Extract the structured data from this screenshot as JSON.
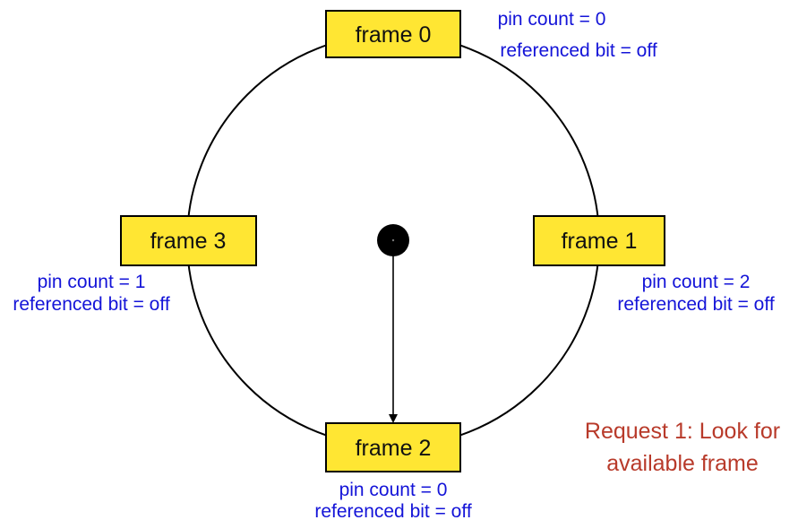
{
  "colors": {
    "frame_fill": "#ffe633",
    "frame_border": "#000000",
    "info_text": "#1414d8",
    "request_text": "#b83a2a",
    "circle": "#000000"
  },
  "frames": [
    {
      "label": "frame 0",
      "pin_count": "pin count = 0",
      "referenced": "referenced bit = off"
    },
    {
      "label": "frame 1",
      "pin_count": "pin count = 2",
      "referenced": "referenced bit = off"
    },
    {
      "label": "frame 2",
      "pin_count": "pin count = 0",
      "referenced": "referenced bit = off"
    },
    {
      "label": "frame 3",
      "pin_count": "pin count = 1",
      "referenced": "referenced bit = off"
    }
  ],
  "clock_hand": {
    "points_to": "frame 2"
  },
  "request": {
    "line1": "Request 1: Look for",
    "line2": "available frame"
  }
}
